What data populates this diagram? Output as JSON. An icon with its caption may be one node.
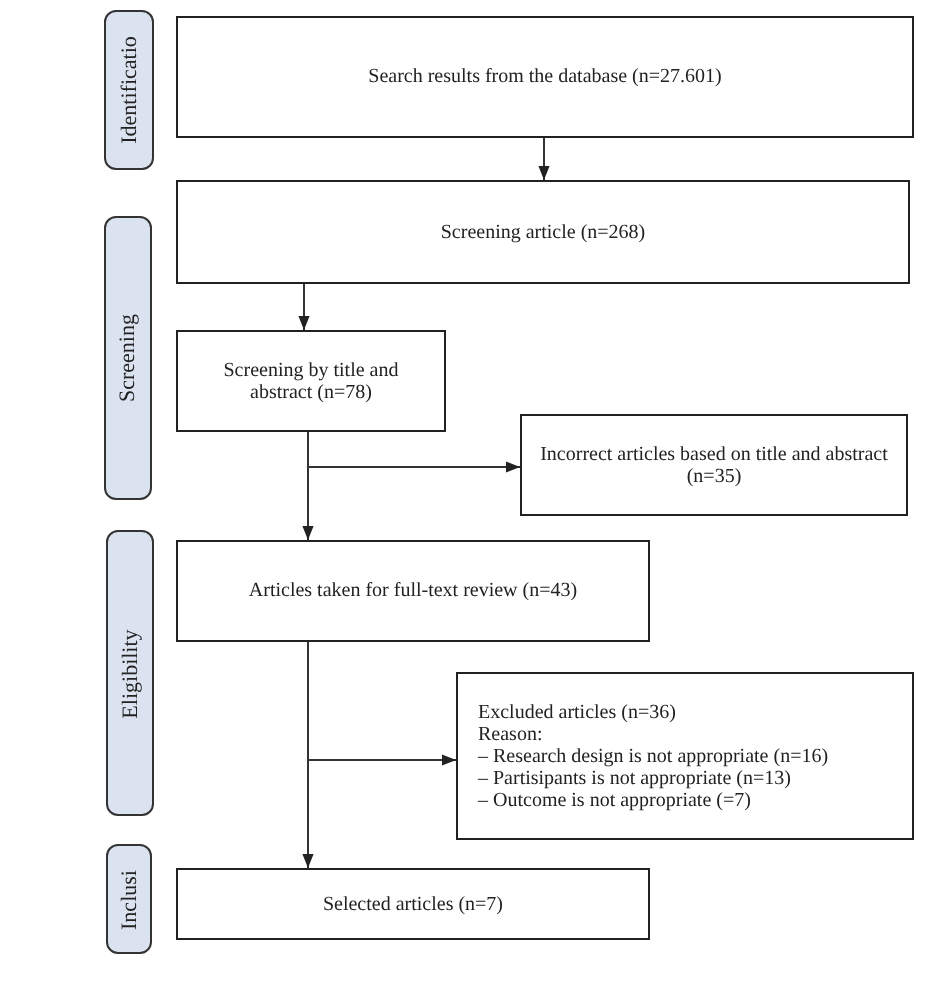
{
  "diagram": {
    "nodes": [
      {
        "text": [
          "Identificatio"
        ]
      },
      {
        "text": [
          "Search results from the database (n=27.601)"
        ]
      },
      {
        "text": [
          "Screening"
        ]
      },
      {
        "text": [
          "Screening article (n=268)"
        ]
      },
      {
        "text": [
          "Screening by title and abstract (n=78)"
        ]
      },
      {
        "text": [
          "Incorrect articles based on title and abstract (n=35)"
        ]
      },
      {
        "text": [
          "Eligibility"
        ]
      },
      {
        "text": [
          "Articles taken for full-text review (n=43)"
        ]
      },
      {
        "text": [
          "Excluded articles (n=36)",
          "Reason:",
          "– Research design is not appropriate (n=16)",
          "– Partisipants is not appropriate (n=13)",
          "– Outcome is not appropriate (=7)"
        ]
      },
      {
        "text": [
          "Inclusi"
        ]
      },
      {
        "text": [
          "Selected articles (n=7)"
        ]
      }
    ],
    "edges": [
      {
        "from": 1,
        "to": 3,
        "arrow": "to"
      },
      {
        "from": 3,
        "to": 4,
        "arrow": "to"
      },
      {
        "from": 4,
        "to": 7,
        "arrow": "to"
      },
      {
        "from": 4,
        "to": 5,
        "arrow": "to"
      },
      {
        "from": 7,
        "to": 10,
        "arrow": "to"
      },
      {
        "from": 7,
        "to": 8,
        "arrow": "to"
      }
    ]
  }
}
